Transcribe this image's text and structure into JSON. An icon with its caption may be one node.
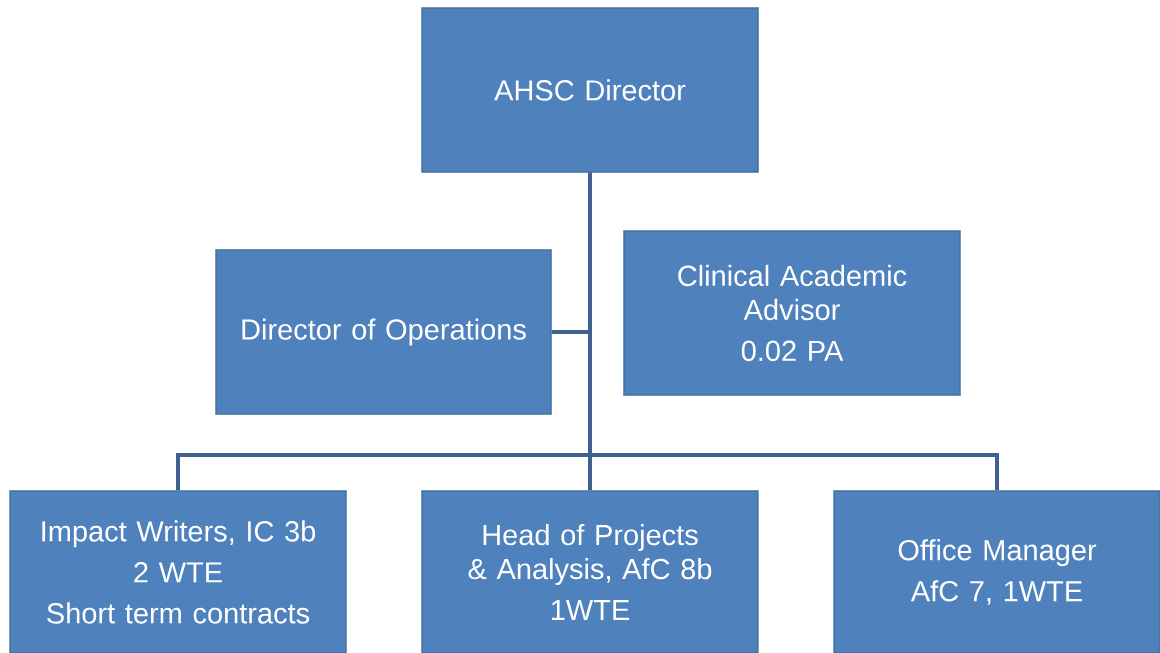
{
  "diagram": {
    "nodes": [
      {
        "text": [
          "AHSC Director"
        ]
      },
      {
        "text": [
          "Director of Operations"
        ]
      },
      {
        "text": [
          "Clinical Academic Advisor",
          "0.02 PA"
        ]
      },
      {
        "text": [
          "Impact Writers, IC 3b",
          "2 WTE",
          "Short term contracts"
        ]
      },
      {
        "text": [
          "Head of Projects & Analysis, AfC 8b",
          "1WTE"
        ]
      },
      {
        "text": [
          "Office Manager",
          "AfC 7, 1WTE"
        ]
      }
    ],
    "edges": [
      {
        "from": 0,
        "to": 1,
        "arrow": "none"
      },
      {
        "from": 0,
        "to": 3,
        "arrow": "none"
      },
      {
        "from": 0,
        "to": 4,
        "arrow": "none"
      },
      {
        "from": 0,
        "to": 5,
        "arrow": "none"
      }
    ]
  }
}
